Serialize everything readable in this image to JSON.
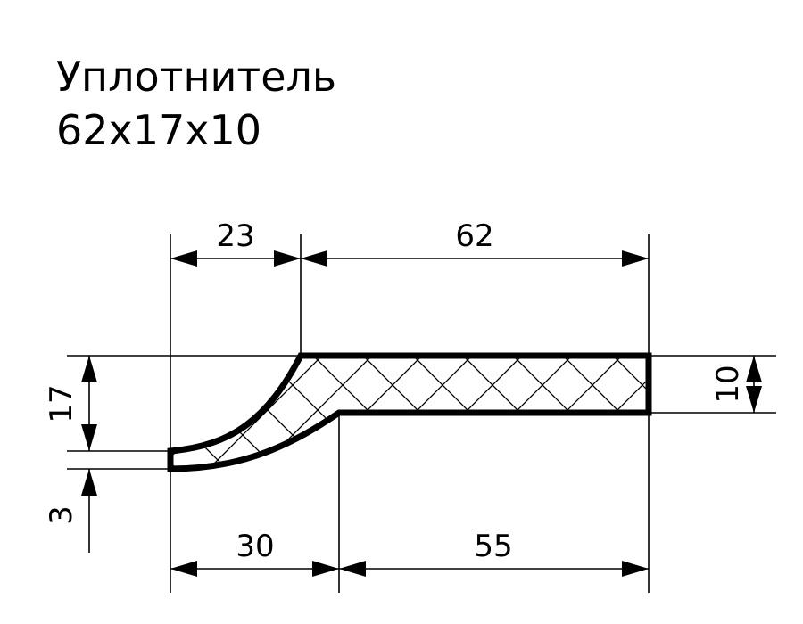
{
  "title": {
    "name": "Уплотнитель",
    "size": "62x17x10"
  },
  "dimensions": {
    "top_left": "23",
    "top_right": "62",
    "bottom_left": "30",
    "bottom_right": "55",
    "left_height": "17",
    "left_small": "3",
    "right_height": "10"
  }
}
